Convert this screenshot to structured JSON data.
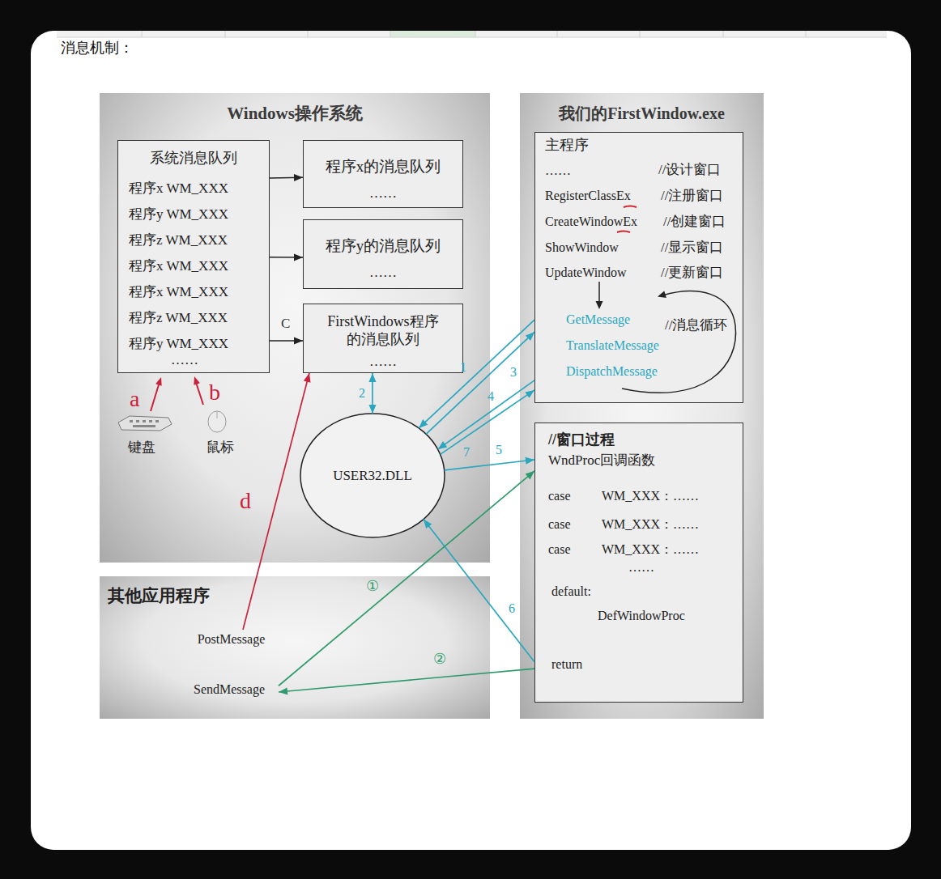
{
  "diagram": {
    "title": "消息机制：",
    "nodes": [
      {
        "text": [
          "Windows操作系统"
        ]
      },
      {
        "text": [
          "系统消息队列",
          "程序x WM_XXX",
          "程序y WM_XXX",
          "程序z WM_XXX",
          "程序x WM_XXX",
          "程序x WM_XXX",
          "程序z WM_XXX",
          "程序y WM_XXX",
          "……"
        ],
        "in": 0
      },
      {
        "text": [
          "程序x的消息队列",
          "……"
        ],
        "in": 0
      },
      {
        "text": [
          "程序y的消息队列",
          "……"
        ],
        "in": 0
      },
      {
        "text": [
          "FirstWindows程序 的消息队列",
          "……"
        ],
        "in": 0
      },
      {
        "text": [
          "USER32.DLL"
        ],
        "in": 0
      },
      {
        "text": [
          "其他应用程序"
        ]
      },
      {
        "text": [
          "PostMessage"
        ],
        "in": 6
      },
      {
        "text": [
          "SendMessage"
        ],
        "in": 6
      },
      {
        "text": [
          "我们的FirstWindow.exe"
        ]
      },
      {
        "text": [
          "主程序",
          "……",
          "//设计窗口",
          "RegisterClassEx",
          "//注册窗口",
          "CreateWindowEx",
          "//创建窗口",
          "ShowWindow",
          "//显示窗口",
          "UpdateWindow",
          "//更新窗口",
          "GetMessage",
          "//消息循环",
          "TranslateMessage",
          "DispatchMessage"
        ],
        "in": 9
      },
      {
        "text": [
          "//窗口过程",
          "WndProc回调函数",
          "case",
          "WM_XXX：……",
          "case",
          "WM_XXX：……",
          "case",
          "WM_XXX：……",
          "……",
          "default:",
          "DefWindowProc",
          "return"
        ],
        "in": 9
      }
    ],
    "edges": [
      {
        "from": 1,
        "to": 2,
        "arrow": "to"
      },
      {
        "from": 1,
        "to": 3,
        "arrow": "to"
      },
      {
        "from": 1,
        "to": 4,
        "arrow": "to",
        "label": "C"
      },
      {
        "from": 4,
        "to": 5,
        "arrow": "both",
        "label": "2"
      },
      {
        "from": 10,
        "to": 5,
        "arrow": "to",
        "label": "1"
      },
      {
        "from": 5,
        "to": 10,
        "arrow": "to",
        "label": "3"
      },
      {
        "from": 10,
        "to": 5,
        "arrow": "to",
        "label": "4"
      },
      {
        "from": 5,
        "to": 10,
        "arrow": "to",
        "label": "7"
      },
      {
        "from": 5,
        "to": 11,
        "arrow": "to",
        "label": "5"
      },
      {
        "from": 11,
        "to": 5,
        "arrow": "to",
        "label": "6"
      },
      {
        "from": 7,
        "to": 4,
        "arrow": "to",
        "label": "d"
      },
      {
        "from": 8,
        "to": 11,
        "arrow": "to",
        "label": "①"
      },
      {
        "from": 11,
        "to": 8,
        "arrow": "to",
        "label": "②"
      }
    ],
    "labels": [
      "a",
      "b",
      "键盘",
      "鼠标"
    ]
  }
}
